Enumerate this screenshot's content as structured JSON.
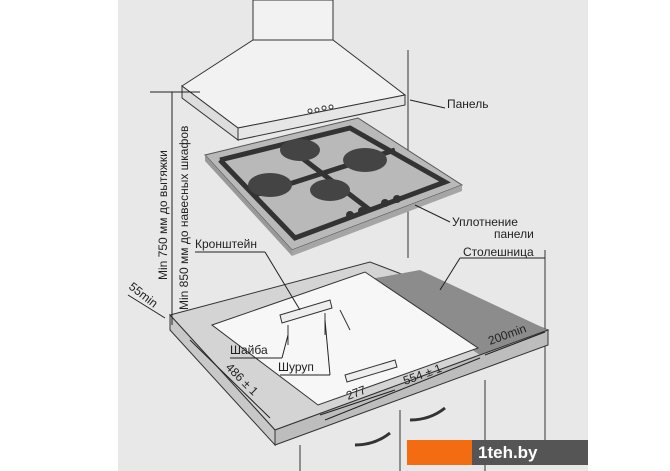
{
  "labels": {
    "panel": "Панель",
    "seal_line1": "Уплотнение",
    "seal_line2": "панели",
    "bracket": "Кронштейн",
    "countertop": "Столешница",
    "washer": "Шайба",
    "screw": "Шуруп"
  },
  "dimensions": {
    "min_hood": "Min 750 мм до вытяжки",
    "min_cabinets": "Min 850 мм до навесных шкафов",
    "back_gap": "55min",
    "depth": "486 ± 1",
    "half_width": "277",
    "width": "554 ± 1",
    "side_gap": "200min"
  },
  "watermark": "1teh.by",
  "colors": {
    "background": "#e8e8e8",
    "countertop_dark": "#8c8c8c",
    "watermark_orange": "#f36c12"
  }
}
